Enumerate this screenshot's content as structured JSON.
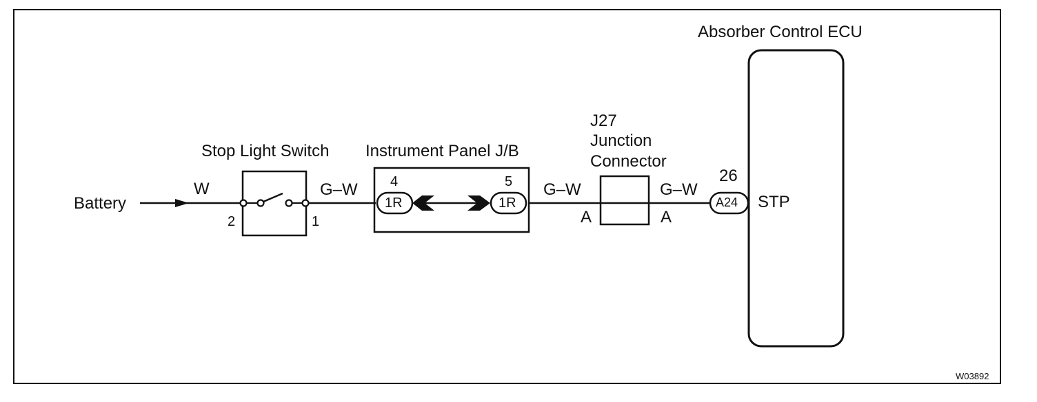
{
  "battery": {
    "label": "Battery"
  },
  "wire_colors": {
    "battery_to_switch": "W",
    "switch_to_jb": "G–W",
    "jb_to_j27": "G–W",
    "j27_to_ecu": "G–W"
  },
  "stop_light_switch": {
    "title": "Stop Light Switch",
    "pin_left": "2",
    "pin_right": "1"
  },
  "instrument_panel_jb": {
    "title": "Instrument Panel J/B",
    "left_connector": {
      "pin": "4",
      "code": "1R"
    },
    "right_connector": {
      "pin": "5",
      "code": "1R"
    }
  },
  "junction_connector": {
    "title_lines": [
      "J27",
      "Junction",
      "Connector"
    ],
    "terminal_left": "A",
    "terminal_right": "A"
  },
  "ecu": {
    "title": "Absorber Control ECU",
    "connector_code": "A24",
    "pin": "26",
    "terminal": "STP"
  },
  "figure_id": "W03892"
}
